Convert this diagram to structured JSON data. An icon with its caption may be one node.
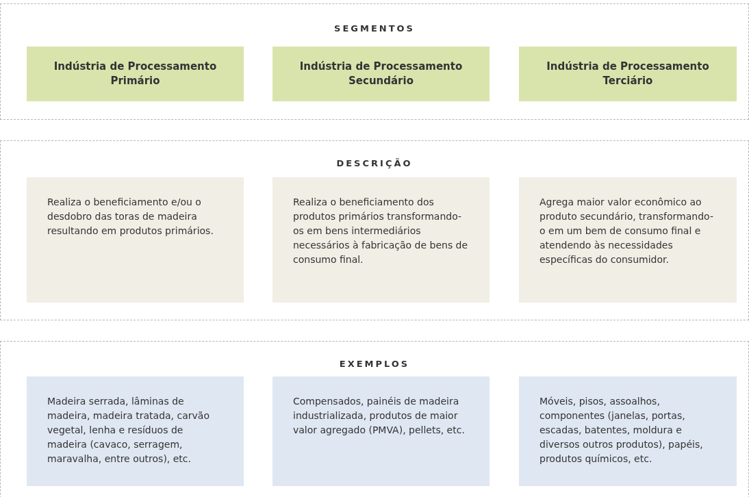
{
  "diagram": {
    "nodes": [
      {
        "text": [
          "SEGMENTOS"
        ]
      },
      {
        "text": [
          "Indústria de Processamento Primário"
        ],
        "in": 0
      },
      {
        "text": [
          "Indústria de Processamento Secundário"
        ],
        "in": 0
      },
      {
        "text": [
          "Indústria de Processamento Terciário"
        ],
        "in": 0
      },
      {
        "text": [
          "DESCRIÇÃO"
        ]
      },
      {
        "text": [
          "Realiza o beneficiamento e/ou o desdobro das toras de madeira resultando em produtos primários."
        ],
        "in": 4
      },
      {
        "text": [
          "Realiza o beneficiamento dos produtos primários transformando-os em bens intermediários necessários à fabricação de bens de consumo final."
        ],
        "in": 4
      },
      {
        "text": [
          "Agrega maior valor econômico ao produto secundário, transformando-o em um bem de consumo final e atendendo às necessidades específicas do consumidor."
        ],
        "in": 4
      },
      {
        "text": [
          "EXEMPLOS"
        ]
      },
      {
        "text": [
          "Madeira serrada, lâminas de madeira, madeira tratada, carvão vegetal, lenha e resíduos de madeira (cavaco, serragem, maravalha, entre outros), etc."
        ],
        "in": 8
      },
      {
        "text": [
          "Compensados, painéis de madeira industrializada, produtos de maior valor agregado (PMVA), pellets, etc."
        ],
        "in": 8
      },
      {
        "text": [
          "Móveis, pisos, assoalhos, componentes (janelas, portas, escadas, batentes, moldura e diversos outros produtos), papéis, produtos químicos, etc."
        ],
        "in": 8
      }
    ]
  }
}
